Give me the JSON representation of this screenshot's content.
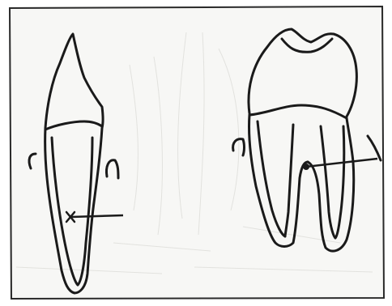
{
  "figure": {
    "colors": {
      "ink": "#1a1a1a",
      "paper": "#f7f7f5",
      "bleed": "#c9c9c4",
      "frame": "#2a2a2a"
    },
    "teeth": [
      {
        "name": "single-root-tooth",
        "marker": "x-mark"
      },
      {
        "name": "two-root-molar",
        "marker": "dot"
      }
    ]
  }
}
